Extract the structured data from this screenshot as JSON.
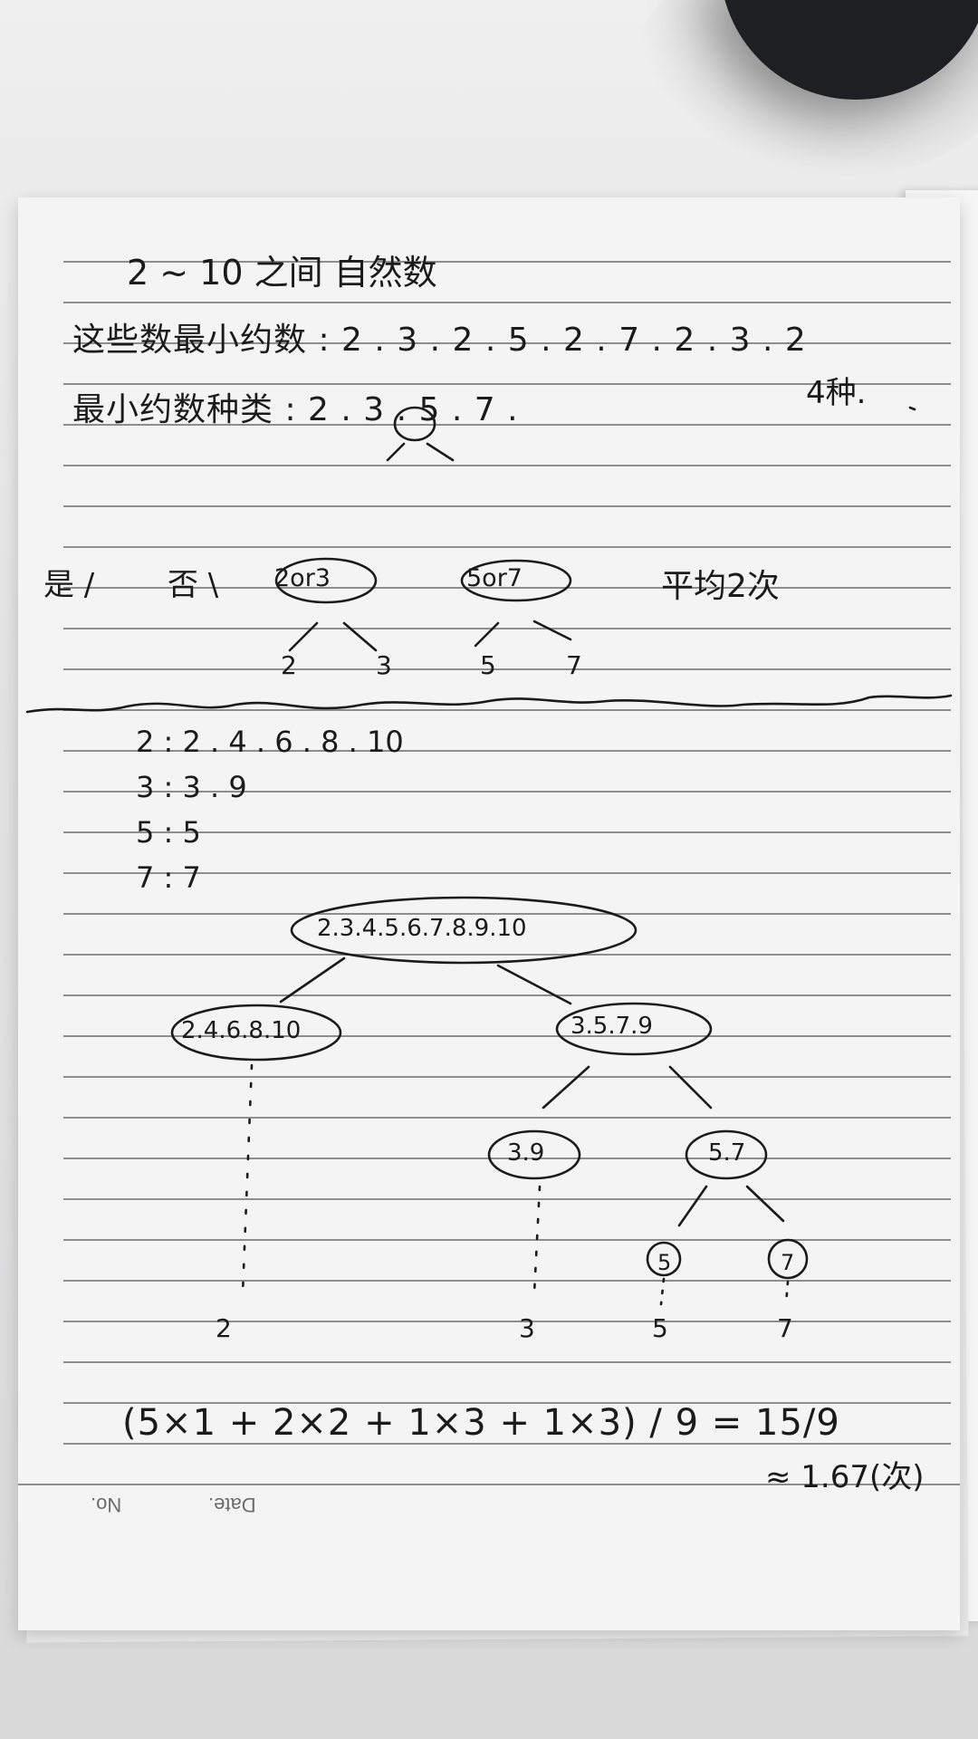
{
  "notes": {
    "title": "2 ~ 10 之间 自然数",
    "line_min_divisors": "这些数最小约数 : 2 . 3 . 2 . 5 . 2 . 7 . 2 . 3 . 2",
    "line_divisor_kinds": "最小约数种类 : 2 . 3 . 5 . 7 .",
    "kinds_count": "4种.",
    "tree1": {
      "yes_label": "是 /",
      "no_label": "否 \\",
      "left_node": "2or3",
      "right_node": "5or7",
      "average": "平均2次",
      "leaves": [
        "2",
        "3",
        "5",
        "7"
      ]
    },
    "multiples": [
      "2 : 2 . 4 . 6 . 8 . 10",
      "3 : 3 . 9",
      "5 : 5",
      "7 : 7"
    ],
    "tree2": {
      "root": "2.3.4.5.6.7.8.9.10",
      "left": "2.4.6.8.10",
      "right": "3.5.7.9",
      "right_left": "3.9",
      "right_right": "5.7",
      "circle_5": "5",
      "circle_7": "7",
      "leaves": [
        "2",
        "3",
        "5",
        "7"
      ]
    },
    "formula": "(5×1 + 2×2 + 1×3 + 1×3) / 9 = 15/9",
    "result": "≈ 1.67(次)"
  },
  "printed_footer": {
    "date_label": "Date.",
    "no_label": "No."
  },
  "colors": {
    "paper": "#f4f4f4",
    "ink": "#1b1b1b",
    "rule_lines": "#8e8e8e",
    "desk": "#e3e3e4",
    "mug": "#1d1f22"
  }
}
